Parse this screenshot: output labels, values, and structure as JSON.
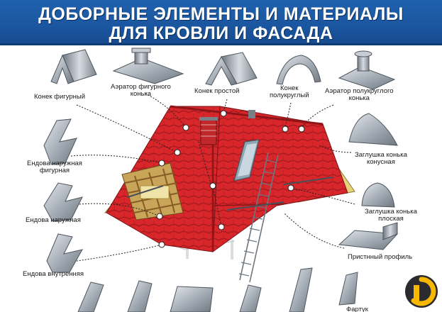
{
  "header": {
    "title_line1": "ДОБОРНЫЕ ЭЛЕМЕНТЫ И МАТЕРИАЛЫ",
    "title_line2": "ДЛЯ КРОВЛИ И ФАСАДА"
  },
  "labels": {
    "konek_figurny": "Конек фигурный",
    "aerator_figurnogo_1": "Аэратор фигурного",
    "aerator_figurnogo_2": "конька",
    "konek_prostoy": "Конек простой",
    "konek_polukrugly_1": "Конек",
    "konek_polukrugly_2": "полукруглый",
    "aerator_polukruglogo_1": "Аэратор полукруглого",
    "aerator_polukruglogo_2": "конька",
    "endova_naruzh_fig_1": "Ендова наружная",
    "endova_naruzh_fig_2": "фигурная",
    "zaglushka_konusnaya_1": "Заглушка конька",
    "zaglushka_konusnaya_2": "конусная",
    "endova_naruzhnaya": "Ендова наружная",
    "zaglushka_ploskaya_1": "Заглушка конька",
    "zaglushka_ploskaya_2": "плоская",
    "pristenny_profil": "Пристнный профиль",
    "endova_vnutrennyaya": "Ендова внутренняя",
    "fartuk": "Фартук"
  },
  "colors": {
    "banner": "#1b56a0",
    "roof": "#d8262b",
    "roof_dark": "#a81b1f",
    "gable": "#e8d27a",
    "metal": "#9aa3ad",
    "logo_dark": "#2a2a30",
    "logo_accent": "#f6b800"
  },
  "icons": [
    "roof-house-illustration",
    "ridge-profile-icon",
    "aerator-icon",
    "valley-profile-icon",
    "end-cap-icon",
    "wall-profile-icon",
    "brand-logo"
  ]
}
